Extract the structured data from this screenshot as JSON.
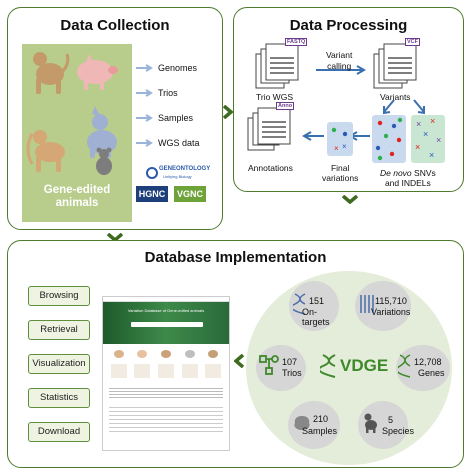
{
  "collection": {
    "title": "Data Collection",
    "items": [
      "Genomes",
      "Trios",
      "Samples",
      "WGS data"
    ],
    "caption_line1": "Gene-edited",
    "caption_line2": "animals",
    "logo_geneontology": "GENEONTOLOGY",
    "logo_geneontology_sub": "Unifying Biology",
    "logo_hgnc": "HGNC",
    "logo_vgnc": "VGNC"
  },
  "processing": {
    "title": "Data Processing",
    "fastq_tag": "FASTQ",
    "vcf_tag": "VCF",
    "anno_tag": "Anno",
    "trio_wgs": "Trio WGS",
    "variant_calling_1": "Variant",
    "variant_calling_2": "calling",
    "variants": "Variants",
    "denovo_1_italic": "De novo",
    "denovo_1_rest": " SNVs",
    "denovo_2": "and INDELs",
    "final_1": "Final",
    "final_2": "variations",
    "annotations": "Annotations"
  },
  "implementation": {
    "title": "Database Implementation",
    "nav": [
      "Browsing",
      "Retrieval",
      "Visualization",
      "Statistics",
      "Download"
    ],
    "site_header": "Variation Database of Gene-edited animals",
    "logo": "VDGE",
    "stats": [
      {
        "num": "151",
        "label": "On-targets",
        "icon": "dna-icon"
      },
      {
        "num": "115,710",
        "label": "Variations",
        "icon": "bars-icon"
      },
      {
        "num": "107",
        "label": "Trios",
        "icon": "trio-icon"
      },
      {
        "num": "12,708",
        "label": "Genes",
        "icon": "gene-icon"
      },
      {
        "num": "210",
        "label": "Samples",
        "icon": "brain-icon"
      },
      {
        "num": "5",
        "label": "Species",
        "icon": "monkey-icon"
      }
    ]
  },
  "colors": {
    "panel_border": "#4f7a2e",
    "arrow_green": "#3e6b1f",
    "monkey_brown": "#c59a6a",
    "pig_pink": "#f0b7b7",
    "dog_blue": "#9fb0d3",
    "rat_gray": "#7d7d7d",
    "doc_purple": "#6b3c8e",
    "dot_panel_blue": "#c9d9ee",
    "stat_circle": "#d6d6d6",
    "big_circle": "#e4edd9"
  }
}
